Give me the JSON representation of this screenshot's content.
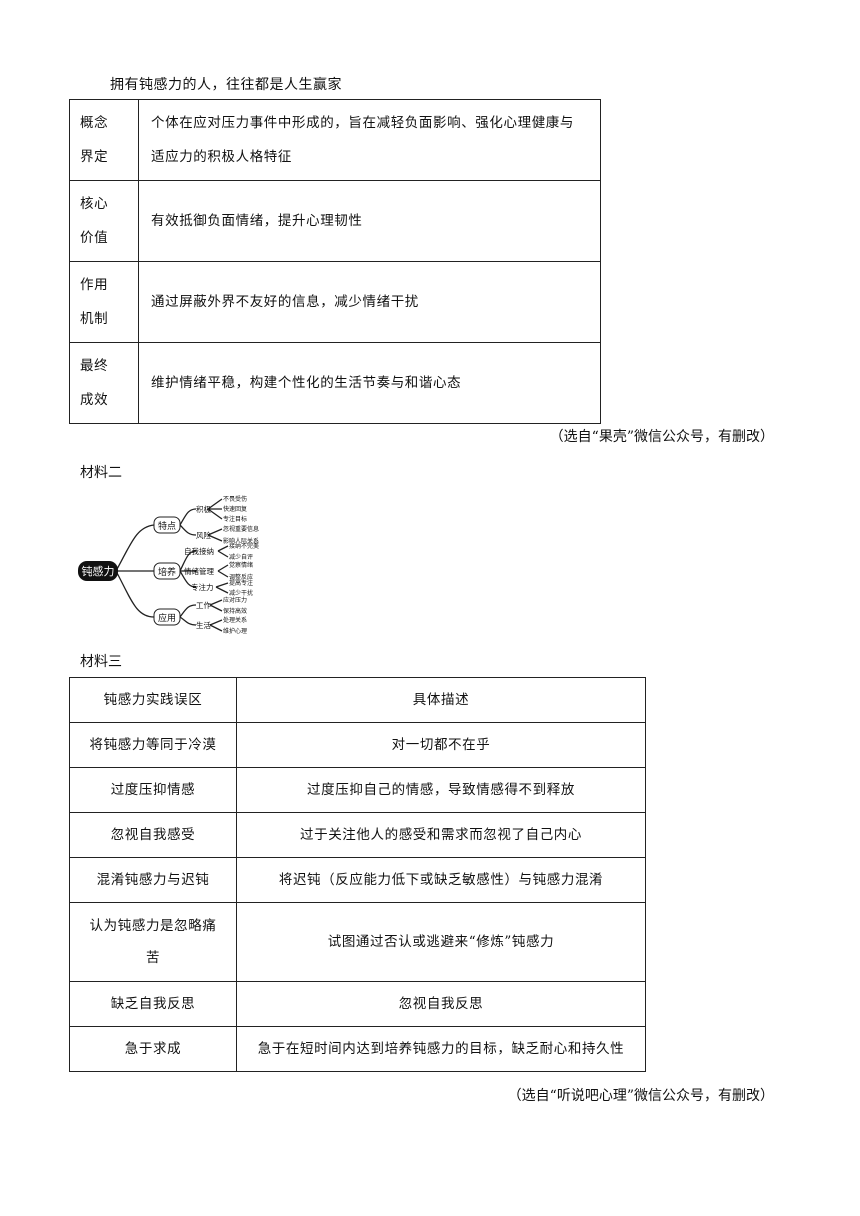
{
  "intro": "拥有钝感力的人，往往都是人生赢家",
  "table1": {
    "rows": [
      {
        "key": [
          "概念",
          "界定"
        ],
        "value": [
          "个体在应对压力事件中形成的，旨在减轻负面影响、强化心理健康与",
          "适应力的积极人格特征"
        ]
      },
      {
        "key": [
          "核心",
          "价值"
        ],
        "value": [
          "有效抵御负面情绪，提升心理韧性"
        ]
      },
      {
        "key": [
          "作用",
          "机制"
        ],
        "value": [
          "通过屏蔽外界不友好的信息，减少情绪干扰"
        ]
      },
      {
        "key": [
          "最终",
          "成效"
        ],
        "value": [
          "维护情绪平稳，构建个性化的生活节奏与和谐心态"
        ]
      }
    ]
  },
  "source1": "（选自“果壳”微信公众号，有删改）",
  "material2": "材料二",
  "mindmap": {
    "center": "钝感力",
    "branches": [
      {
        "label": "特点",
        "subs": [
          {
            "label": "积极",
            "leaves": [
              "不畏受伤",
              "快速回复",
              "专注目标"
            ]
          },
          {
            "label": "风险",
            "leaves": [
              "忽视重要信息",
              "影响人际关系"
            ]
          }
        ]
      },
      {
        "label": "培养",
        "subs": [
          {
            "label": "自我接纳",
            "leaves": [
              "接纳不完美",
              "减少自评"
            ]
          },
          {
            "label": "情绪管理",
            "leaves": [
              "觉察情绪",
              "调整反应"
            ]
          },
          {
            "label": "专注力",
            "leaves": [
              "提高专注",
              "减少干扰"
            ]
          }
        ]
      },
      {
        "label": "应用",
        "subs": [
          {
            "label": "工作",
            "leaves": [
              "应对压力",
              "保持高效"
            ]
          },
          {
            "label": "生活",
            "leaves": [
              "处理关系",
              "维护心理"
            ]
          }
        ]
      }
    ]
  },
  "material3": "材料三",
  "table2": {
    "header": [
      "钝感力实践误区",
      "具体描述"
    ],
    "rows": [
      {
        "a": [
          "将钝感力等同于冷漠"
        ],
        "b": "对一切都不在乎"
      },
      {
        "a": [
          "过度压抑情感"
        ],
        "b": "过度压抑自己的情感，导致情感得不到释放"
      },
      {
        "a": [
          "忽视自我感受"
        ],
        "b": "过于关注他人的感受和需求而忽视了自己内心"
      },
      {
        "a": [
          "混淆钝感力与迟钝"
        ],
        "b": "将迟钝（反应能力低下或缺乏敏感性）与钝感力混淆"
      },
      {
        "a": [
          "认为钝感力是忽略痛",
          "苦"
        ],
        "b": "试图通过否认或逃避来“修炼”钝感力"
      },
      {
        "a": [
          "缺乏自我反思"
        ],
        "b": "忽视自我反思"
      },
      {
        "a": [
          "急于求成"
        ],
        "b": "急于在短时间内达到培养钝感力的目标，缺乏耐心和持久性"
      }
    ]
  },
  "source2": "（选自“听说吧心理”微信公众号，有删改）"
}
